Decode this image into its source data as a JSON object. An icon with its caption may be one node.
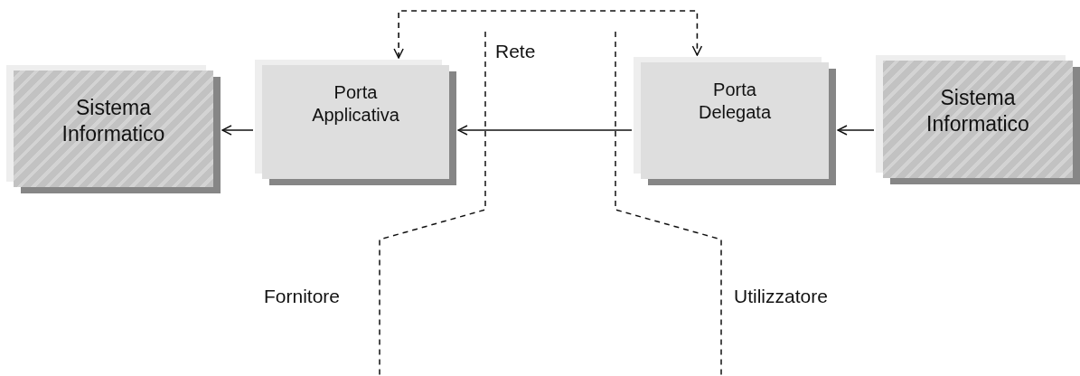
{
  "diagram": {
    "nodes": [
      {
        "text": [
          "Sistema Informatico"
        ]
      },
      {
        "text": [
          "Porta Applicativa"
        ]
      },
      {
        "text": [
          "Porta Delegata"
        ]
      },
      {
        "text": [
          "Sistema Informatico"
        ]
      }
    ],
    "edges": [
      {
        "from": 1,
        "to": 0,
        "arrow": "to"
      },
      {
        "from": 2,
        "to": 1,
        "arrow": "to"
      },
      {
        "from": 3,
        "to": 2,
        "arrow": "to"
      },
      {
        "from": 1,
        "to": 2,
        "arrow": "both",
        "style": "dashed"
      }
    ],
    "labels": [
      "Rete",
      "Fornitore",
      "Utilizzatore"
    ]
  }
}
